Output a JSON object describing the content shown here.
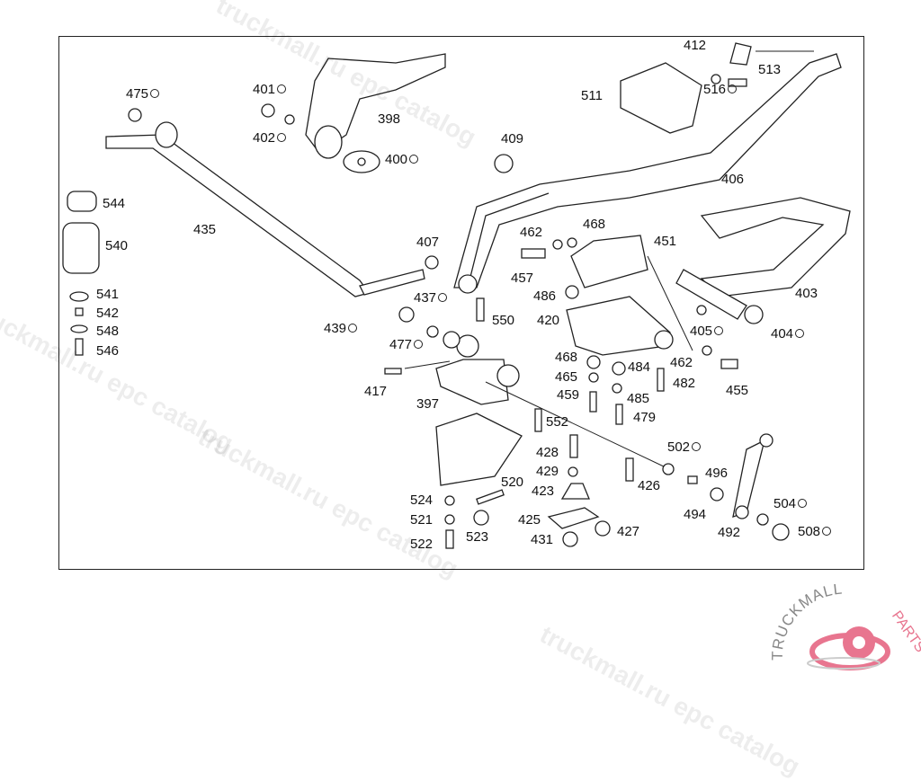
{
  "diagram": {
    "labels": [
      {
        "text": "475",
        "marker": true
      },
      {
        "text": "401",
        "marker": true
      },
      {
        "text": "402",
        "marker": true
      },
      {
        "text": "398",
        "marker": false
      },
      {
        "text": "400",
        "marker": true
      },
      {
        "text": "412",
        "marker": false
      },
      {
        "text": "513",
        "marker": false
      },
      {
        "text": "516",
        "marker": true
      },
      {
        "text": "511",
        "marker": false
      },
      {
        "text": "409",
        "marker": false
      },
      {
        "text": "406",
        "marker": false
      },
      {
        "text": "544",
        "marker": false
      },
      {
        "text": "540",
        "marker": false
      },
      {
        "text": "435",
        "marker": false
      },
      {
        "text": "407",
        "marker": false
      },
      {
        "text": "462",
        "marker": false
      },
      {
        "text": "468",
        "marker": false
      },
      {
        "text": "451",
        "marker": false
      },
      {
        "text": "457",
        "marker": false
      },
      {
        "text": "437",
        "marker": true
      },
      {
        "text": "486",
        "marker": false
      },
      {
        "text": "420",
        "marker": false
      },
      {
        "text": "403",
        "marker": false
      },
      {
        "text": "405",
        "marker": true
      },
      {
        "text": "404",
        "marker": true
      },
      {
        "text": "541",
        "marker": false
      },
      {
        "text": "542",
        "marker": false
      },
      {
        "text": "548",
        "marker": false
      },
      {
        "text": "546",
        "marker": false
      },
      {
        "text": "439",
        "marker": true
      },
      {
        "text": "477",
        "marker": true
      },
      {
        "text": "550",
        "marker": false
      },
      {
        "text": "468",
        "marker": false
      },
      {
        "text": "484",
        "marker": false
      },
      {
        "text": "465",
        "marker": false
      },
      {
        "text": "462",
        "marker": false
      },
      {
        "text": "482",
        "marker": false
      },
      {
        "text": "455",
        "marker": false
      },
      {
        "text": "485",
        "marker": false
      },
      {
        "text": "459",
        "marker": false
      },
      {
        "text": "479",
        "marker": false
      },
      {
        "text": "417",
        "marker": false
      },
      {
        "text": "397",
        "marker": false
      },
      {
        "text": "552",
        "marker": false
      },
      {
        "text": "428",
        "marker": false
      },
      {
        "text": "502",
        "marker": true
      },
      {
        "text": "429",
        "marker": false
      },
      {
        "text": "496",
        "marker": false
      },
      {
        "text": "426",
        "marker": false
      },
      {
        "text": "423",
        "marker": false
      },
      {
        "text": "520",
        "marker": false
      },
      {
        "text": "524",
        "marker": false
      },
      {
        "text": "504",
        "marker": true
      },
      {
        "text": "521",
        "marker": false
      },
      {
        "text": "494",
        "marker": false
      },
      {
        "text": "425",
        "marker": false
      },
      {
        "text": "427",
        "marker": false
      },
      {
        "text": "492",
        "marker": false
      },
      {
        "text": "508",
        "marker": true
      },
      {
        "text": "522",
        "marker": false
      },
      {
        "text": "523",
        "marker": false
      },
      {
        "text": "431",
        "marker": false
      }
    ]
  },
  "watermark": {
    "text": "truckmall.ru epc catalog"
  },
  "logo": {
    "text_dark": "TRUCKMALL",
    "text_accent": "PARTS",
    "accent_color": "#e8758f"
  }
}
